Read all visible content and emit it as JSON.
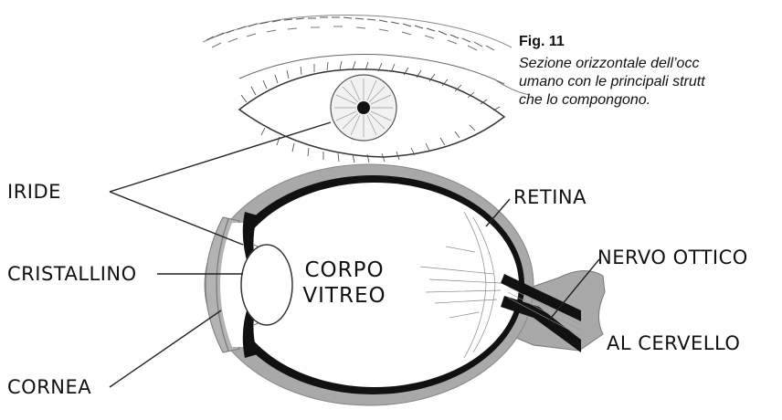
{
  "caption": {
    "figure_number": "Fig. 11",
    "description_lines": [
      "Sezione orizzontale dell’occ",
      "umano con le principali strutt",
      "che lo compongono."
    ]
  },
  "labels": {
    "iride": "IRIDE",
    "cristallino": "CRISTALLINO",
    "cornea": "CORNEA",
    "retina": "RETINA",
    "nervo_ottico": "NERVO OTTICO",
    "al_cervello": "AL CERVELLO",
    "corpo_vitreo": [
      "CORPO",
      "VITREO"
    ]
  },
  "colors": {
    "ink": "#111111",
    "sclera": "#a9a9a9",
    "choroid": "#111111",
    "background": "#ffffff"
  }
}
